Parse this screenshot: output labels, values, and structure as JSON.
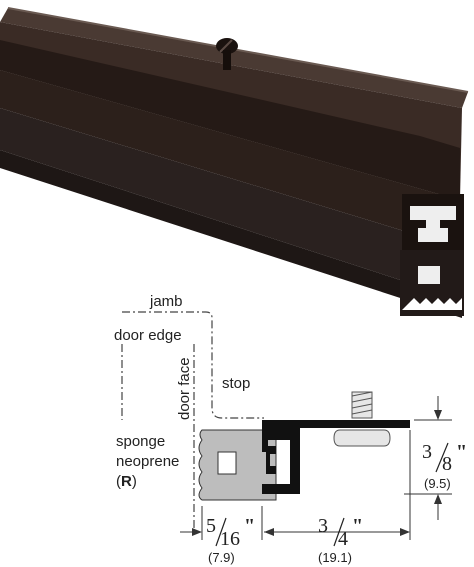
{
  "labels": {
    "jamb": "jamb",
    "door_edge": "door edge",
    "door_face": "door face",
    "stop": "stop",
    "sponge": "sponge",
    "neoprene": "neoprene",
    "r_open": "(",
    "r_letter": "R",
    "r_close": ")"
  },
  "dimensions": {
    "height": {
      "num": "3",
      "den": "8",
      "unit": "\"",
      "metric": "(9.5)"
    },
    "width_left": {
      "num": "5",
      "den": "16",
      "unit": "\"",
      "metric": "(7.9)"
    },
    "width_right": {
      "num": "3",
      "den": "4",
      "unit": "\"",
      "metric": "(19.1)"
    }
  },
  "colors": {
    "product_top": "#3a2b25",
    "product_face": "#2a1d18",
    "product_dark": "#1a120f",
    "gasket": "#2f2422",
    "profile": "#111111",
    "sponge_fill": "#bdbdbd",
    "screw_fill": "#e6e6e6",
    "line": "#333333"
  }
}
